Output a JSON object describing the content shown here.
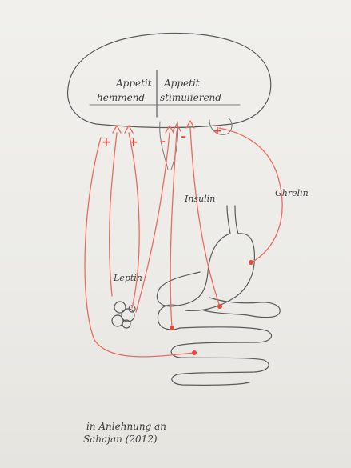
{
  "labels": {
    "left_line1": "Appetit",
    "left_line2": "hemmend",
    "right_line1": "Appetit",
    "right_line2": "stimulierend",
    "insulin": "Insulin",
    "ghrelin": "Ghrelin",
    "leptin": "Leptin",
    "credit_line1": "in Anlehnung an",
    "credit_line2": "Sahajan (2012)"
  },
  "signs": {
    "plus": "+",
    "minus": "–"
  },
  "colors": {
    "pencil": "#5a5a5a",
    "red": "#ee6a5e",
    "paper": "#f1f0ec"
  }
}
